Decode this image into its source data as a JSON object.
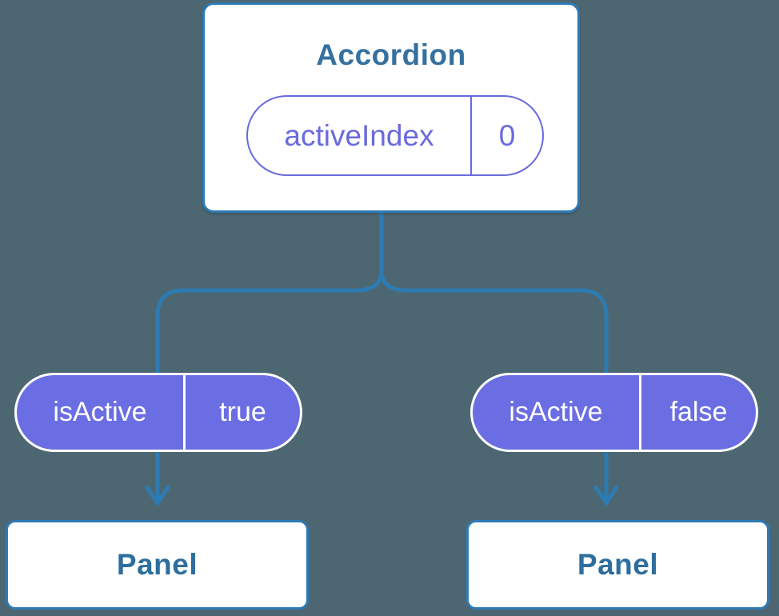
{
  "colors": {
    "background": "#4d6772",
    "connector_blue": "#2c7bb2",
    "node_border_blue": "#2e7ab5",
    "node_bg": "#ffffff",
    "heading_text": "#35709e",
    "panel_text": "#2e6e9e",
    "state_purple": "#6a6ade",
    "prop_fill_purple": "#6b6ee2",
    "prop_text": "#ffffff"
  },
  "root_card": {
    "title": "Accordion",
    "state_pill": {
      "label": "activeIndex",
      "value": "0"
    }
  },
  "prop_pills": [
    {
      "label": "isActive",
      "value": "true"
    },
    {
      "label": "isActive",
      "value": "false"
    }
  ],
  "panels": [
    {
      "title": "Panel"
    },
    {
      "title": "Panel"
    }
  ]
}
